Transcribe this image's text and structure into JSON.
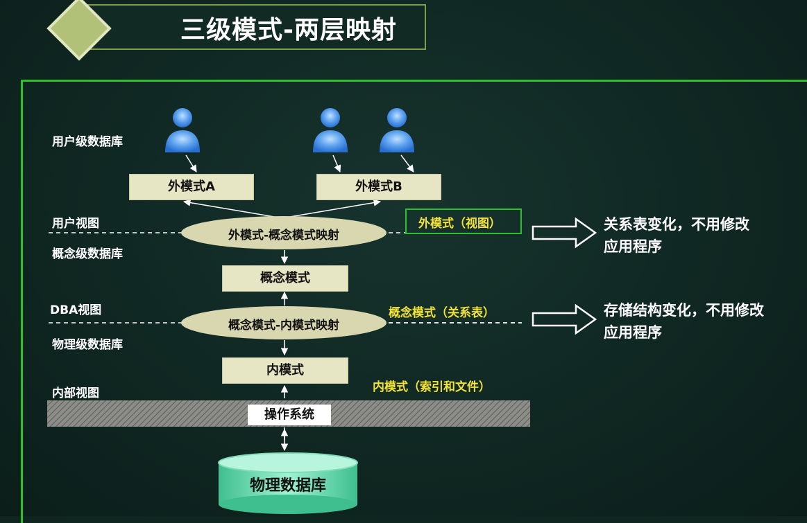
{
  "title": "三级模式-两层映射",
  "levels": {
    "user_db": "用户级数据库",
    "user_view": "用户视图",
    "concept_db": "概念级数据库",
    "dba_view": "DBA视图",
    "physical_db": "物理级数据库",
    "internal_view": "内部视图"
  },
  "boxes": {
    "external_a": "外模式A",
    "external_b": "外模式B",
    "conceptual": "概念模式",
    "internal": "内模式",
    "os": "操作系统",
    "physical_database": "物理数据库"
  },
  "mappings": {
    "external_conceptual": "外模式-概念模式映射",
    "conceptual_internal": "概念模式-内模式映射"
  },
  "annotations": {
    "external_view": "外模式（视图）",
    "conceptual_table": "概念模式（关系表）",
    "internal_files": "内模式（索引和文件）"
  },
  "notes": {
    "note1_line1": "关系表变化，不用修改",
    "note1_line2": "应用程序",
    "note2_line1": "存储结构变化，不用修改",
    "note2_line2": "应用程序"
  },
  "colors": {
    "background": "#0e2520",
    "frame_green": "#2fbf2f",
    "box_fill": "#e7e6c4",
    "highlight_yellow": "#f2e23a",
    "user_icon_blue": "#4a90e2",
    "database_green": "#5fd4a8"
  },
  "icons": [
    "user-icon",
    "user-icon",
    "user-icon",
    "double-arrow-right-icon",
    "database-cylinder-icon"
  ]
}
